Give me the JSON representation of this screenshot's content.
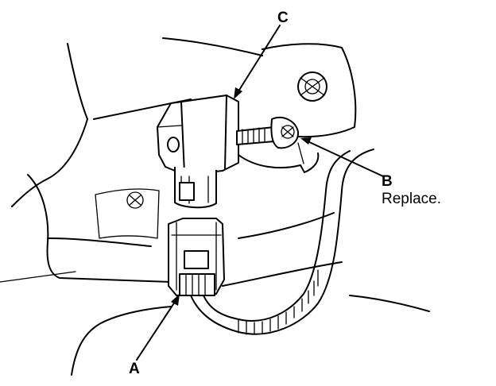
{
  "callouts": {
    "a": "A",
    "b": "B",
    "b_note": "Replace.",
    "c": "C"
  },
  "colors": {
    "ink": "#000000",
    "paper": "#ffffff"
  }
}
